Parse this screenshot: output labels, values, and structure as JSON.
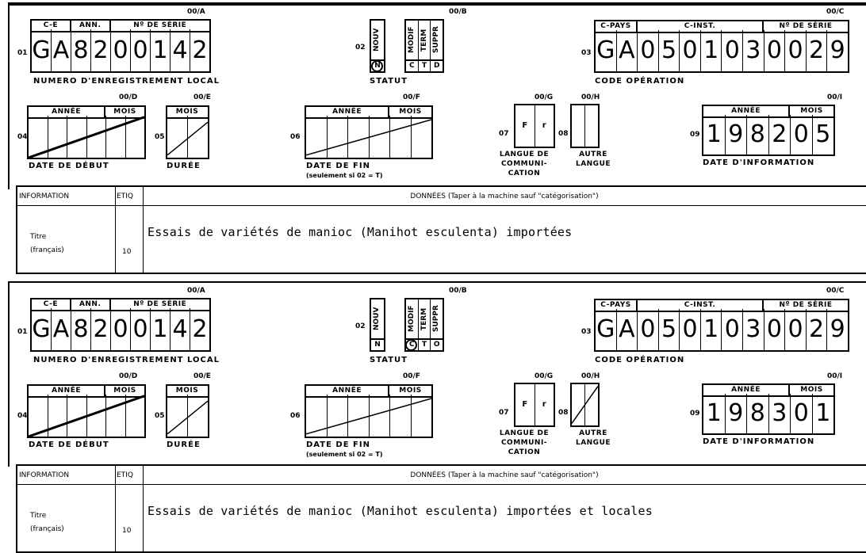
{
  "forms": [
    {
      "f01": {
        "code": "00/A",
        "num": "01",
        "headers": [
          "C-E",
          "ANN.",
          "Nº DE SÉRIE"
        ],
        "digits": [
          "G",
          "A",
          "8",
          "2",
          "0",
          "0",
          "1",
          "4",
          "2"
        ],
        "caption": "NUMERO D'ENREGISTREMENT LOCAL"
      },
      "f02": {
        "code": "00/B",
        "num": "02",
        "options": [
          {
            "label": "NOUV",
            "letter": "N"
          },
          {
            "label": "MODIF",
            "letter": "C"
          },
          {
            "label": "TERM",
            "letter": "T"
          },
          {
            "label": "SUPPR",
            "letter": "D"
          }
        ],
        "selected": "N",
        "caption": "STATUT"
      },
      "f03": {
        "code": "00/C",
        "num": "03",
        "headers": [
          "C-PAYS",
          "C-INST.",
          "Nº DE SÉRIE"
        ],
        "digits": [
          "G",
          "A",
          "0",
          "5",
          "0",
          "1",
          "0",
          "3",
          "0",
          "0",
          "2",
          "9"
        ],
        "caption": "CODE  OPÉRATION"
      },
      "f04": {
        "code": "00/D",
        "num": "04",
        "headers": [
          "ANNÉE",
          "MOIS"
        ],
        "caption": "DATE DE DÉBUT"
      },
      "f05": {
        "code": "00/E",
        "num": "05",
        "headers": [
          "MOIS"
        ],
        "caption": "DURÉE"
      },
      "f06": {
        "code": "00/F",
        "num": "06",
        "headers": [
          "ANNÉE",
          "MOIS"
        ],
        "caption": "DATE DE FIN",
        "note": "(seulement si 02 = T)"
      },
      "f07": {
        "code": "00/G",
        "num": "07",
        "digits": [
          "F",
          "r"
        ],
        "caption": "LANGUE DE COMMUNI-CATION"
      },
      "f08": {
        "code": "00/H",
        "num": "08",
        "caption": "AUTRE LANGUE"
      },
      "f09": {
        "code": "00/I",
        "num": "09",
        "headers": [
          "ANNÉE",
          "MOIS"
        ],
        "digits": [
          "1",
          "9",
          "8",
          "2",
          "0",
          "5"
        ],
        "caption": "DATE D'INFORMATION"
      },
      "table": {
        "col_info": "INFORMATION",
        "col_etiq": "ETIQ",
        "col_donnees": "DONNÉES (Taper à la machine sauf \"catégorisation\")",
        "row_label": "Titre",
        "row_label2": "(français)",
        "row_tag": "10",
        "row_value": "Essais de variétés de manioc (Manihot esculenta) importées"
      }
    },
    {
      "f01": {
        "code": "00/A",
        "num": "01",
        "headers": [
          "C-E",
          "ANN.",
          "Nº DE SÉRIE"
        ],
        "digits": [
          "G",
          "A",
          "8",
          "2",
          "0",
          "0",
          "1",
          "4",
          "2"
        ],
        "caption": "NUMERO D'ENREGISTREMENT LOCAL"
      },
      "f02": {
        "code": "00/B",
        "num": "02",
        "options": [
          {
            "label": "NOUV",
            "letter": "N"
          },
          {
            "label": "MODIF",
            "letter": "C"
          },
          {
            "label": "TERM",
            "letter": "T"
          },
          {
            "label": "SUPPR",
            "letter": "O"
          }
        ],
        "selected": "C",
        "caption": "STATUT"
      },
      "f03": {
        "code": "00/C",
        "num": "03",
        "headers": [
          "C-PAYS",
          "C-INST.",
          "Nº DE SÉRIE"
        ],
        "digits": [
          "G",
          "A",
          "0",
          "5",
          "0",
          "1",
          "0",
          "3",
          "0",
          "0",
          "2",
          "9"
        ],
        "caption": "CODE  OPÉRATION"
      },
      "f04": {
        "code": "00/D",
        "num": "04",
        "headers": [
          "ANNÉE",
          "MOIS"
        ],
        "caption": "DATE DE DÉBUT"
      },
      "f05": {
        "code": "00/E",
        "num": "05",
        "headers": [
          "MOIS"
        ],
        "caption": "DURÉE"
      },
      "f06": {
        "code": "00/F",
        "num": "06",
        "headers": [
          "ANNÉE",
          "MOIS"
        ],
        "caption": "DATE DE FIN",
        "note": "(seulement si 02 = T)"
      },
      "f07": {
        "code": "00/G",
        "num": "07",
        "digits": [
          "F",
          "r"
        ],
        "caption": "LANGUE DE COMMUNI-CATION"
      },
      "f08": {
        "code": "00/H",
        "num": "08",
        "caption": "AUTRE LANGUE",
        "slashed": true
      },
      "f09": {
        "code": "00/I",
        "num": "09",
        "headers": [
          "ANNÉE",
          "MOIS"
        ],
        "digits": [
          "1",
          "9",
          "8",
          "3",
          "0",
          "1"
        ],
        "caption": "DATE D'INFORMATION"
      },
      "table": {
        "col_info": "INFORMATION",
        "col_etiq": "ETIQ",
        "col_donnees": "DONNÉES (Taper à la machine sauf \"catégorisation\")",
        "row_label": "Titre",
        "row_label2": "(français)",
        "row_tag": "10",
        "row_value": "Essais de variétés de manioc (Manihot esculenta) importées et locales"
      }
    }
  ]
}
